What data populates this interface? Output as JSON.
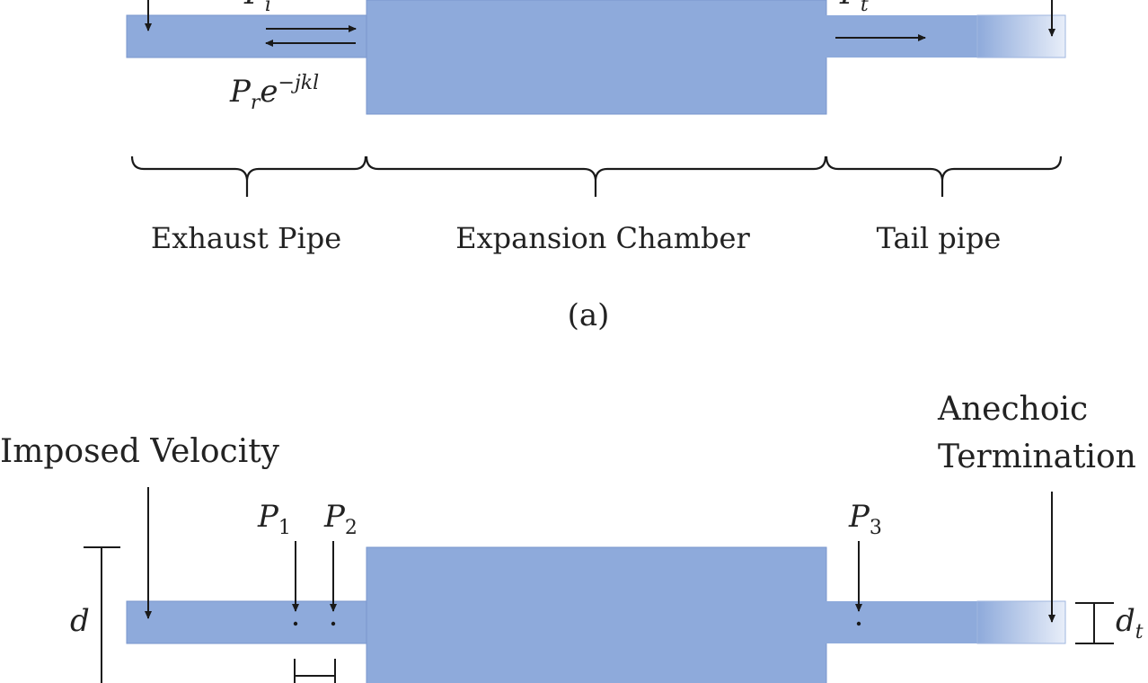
{
  "colors": {
    "pipe_fill": "#8eaadb",
    "pipe_stroke": "#7a97cc",
    "line": "#1a1a1a",
    "text": "#222222"
  },
  "icons": {
    "arrow": "arrow-icon",
    "bracket": "curly-bracket-icon"
  },
  "figure_a": {
    "top_left_label_base": "P",
    "top_left_label_sub": "i",
    "top_right_label_base": "P",
    "top_right_label_sub": "t",
    "reflected_base": "P",
    "reflected_sub": "r",
    "reflected_exp_base": "e",
    "reflected_exp_sup": "−jkl",
    "section_labels": {
      "exhaust": "Exhaust Pipe",
      "chamber": "Expansion Chamber",
      "tail": "Tail pipe"
    },
    "caption": "(a)"
  },
  "figure_b": {
    "imposed_velocity": "Imposed Velocity",
    "anechoic_line1": "Anechoic",
    "anechoic_line2": "Termination",
    "p1_base": "P",
    "p1_sub": "1",
    "p2_base": "P",
    "p2_sub": "2",
    "p3_base": "P",
    "p3_sub": "3",
    "d_label": "d",
    "dt_base": "d",
    "dt_sub": "t"
  }
}
